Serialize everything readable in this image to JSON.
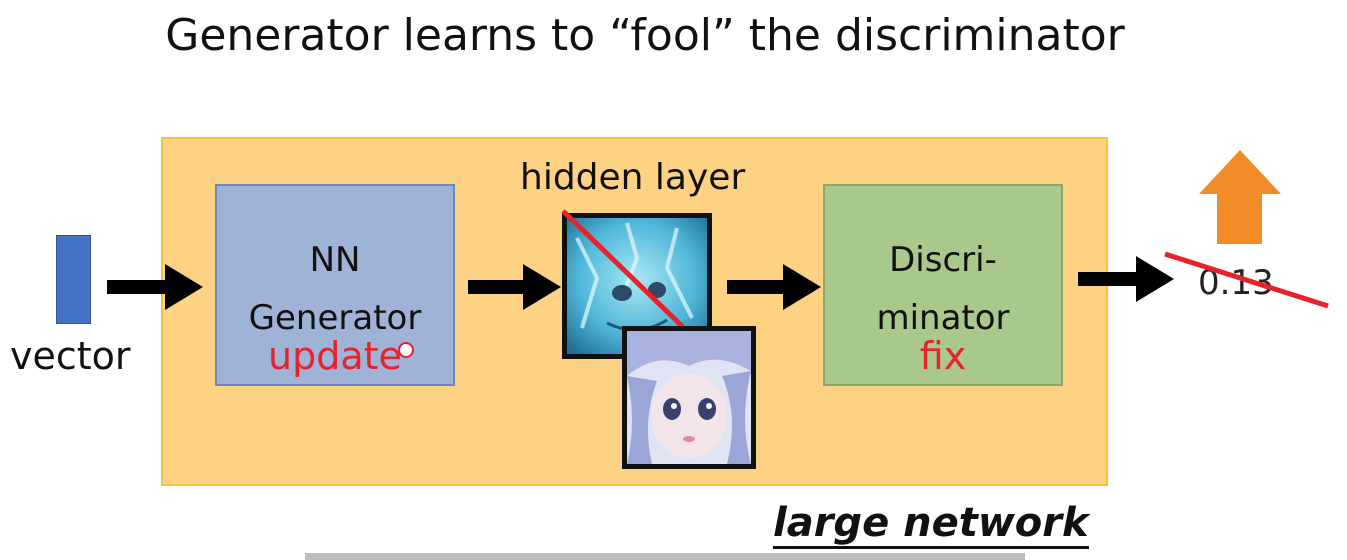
{
  "title": "Generator learns to “fool” the discriminator",
  "input_label": "vector",
  "generator": {
    "line1": "NN",
    "line2": "Generator",
    "annotation": "update"
  },
  "hidden_layer_label": "hidden layer",
  "discriminator": {
    "line1": "Discri-",
    "line2": "minator",
    "annotation": "fix"
  },
  "output_score": "0.13",
  "large_network_label": "large network",
  "colors": {
    "outer_box": "#fdd383",
    "generator_box": "#9fb3d6",
    "discriminator_box": "#a9c88c",
    "input_vector": "#4472c4",
    "annotation_red": "#e8222a",
    "up_arrow": "#f28c28"
  }
}
